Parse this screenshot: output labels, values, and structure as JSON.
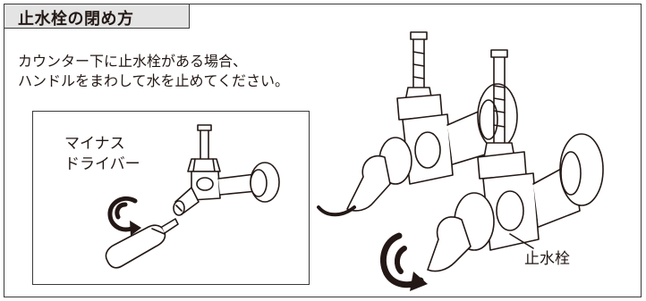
{
  "title": "止水栓の閉め方",
  "intro": {
    "line1": "カウンター下に止水栓がある場合、",
    "line2": "ハンドルをまわして水を止めてください。"
  },
  "tool_label": {
    "line1": "マイナス",
    "line2": "ドライバー"
  },
  "valve_label": "止水栓",
  "colors": {
    "line": "#231815",
    "tab_fill": "#e4e4e4",
    "background": "#ffffff"
  },
  "icons": [
    "flathead-screwdriver-icon",
    "rotate-clockwise-arrow-icon",
    "shutoff-valve-illustration"
  ]
}
